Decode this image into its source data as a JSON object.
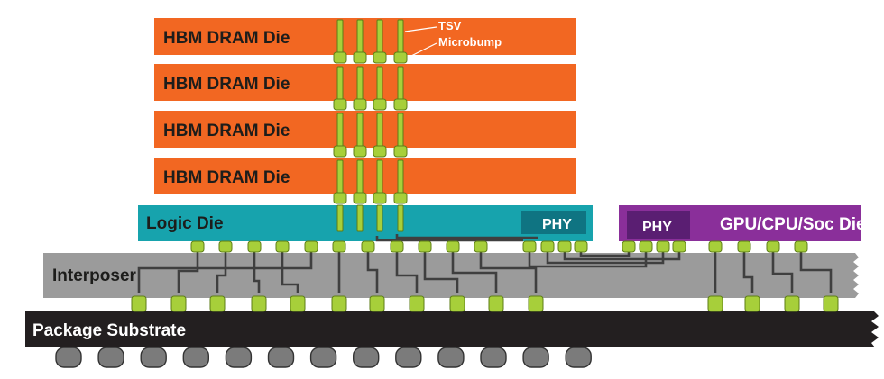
{
  "labels": {
    "hbm_die": "HBM DRAM Die",
    "tsv": "TSV",
    "microbump": "Microbump",
    "logic_die": "Logic Die",
    "phy": "PHY",
    "gpu_die": "GPU/CPU/Soc Die",
    "interposer": "Interposer",
    "package_substrate": "Package Substrate"
  },
  "colors": {
    "hbm": "#f26722",
    "logic": "#17a3ad",
    "logic_phy": "#0f7482",
    "gpu": "#8a2f9a",
    "gpu_phy": "#5a1e72",
    "interposer": "#9b9b9b",
    "substrate": "#231f20",
    "bump": "#a7cf3a",
    "bump_stroke": "#5d7d17",
    "wire": "#3f3f3f",
    "ball": "#7b7b7b"
  },
  "hbm_die_count": 4,
  "tsv_column_count": 4,
  "solder_ball_count": 13
}
